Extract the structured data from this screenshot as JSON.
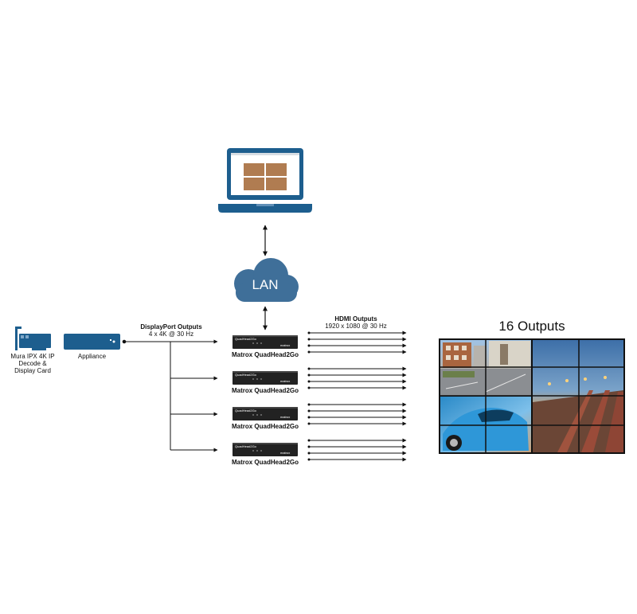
{
  "cloud": {
    "label": "LAN"
  },
  "card": {
    "label": "Mura IPX 4K IP Decode & Display Card",
    "lines": [
      "Mura IPX 4K IP",
      "Decode &",
      "Display Card"
    ]
  },
  "appliance": {
    "label": "Appliance"
  },
  "displayport": {
    "title": "DisplayPort Outputs",
    "spec": "4 x 4K @ 30 Hz"
  },
  "hdmi": {
    "title": "HDMI Outputs",
    "spec": "1920 x 1080 @ 30 Hz"
  },
  "device": {
    "label": "Matrox QuadHead2Go",
    "brand_mark": "QuadHead2Go",
    "maker_mark": "matrox",
    "count": 4
  },
  "video_wall": {
    "title": "16 Outputs"
  },
  "colors": {
    "blue": "#1d5e8e",
    "cloud": "#3f6f99",
    "screen_tile": "#b07c51",
    "device_body": "#222222",
    "line": "#111111"
  }
}
